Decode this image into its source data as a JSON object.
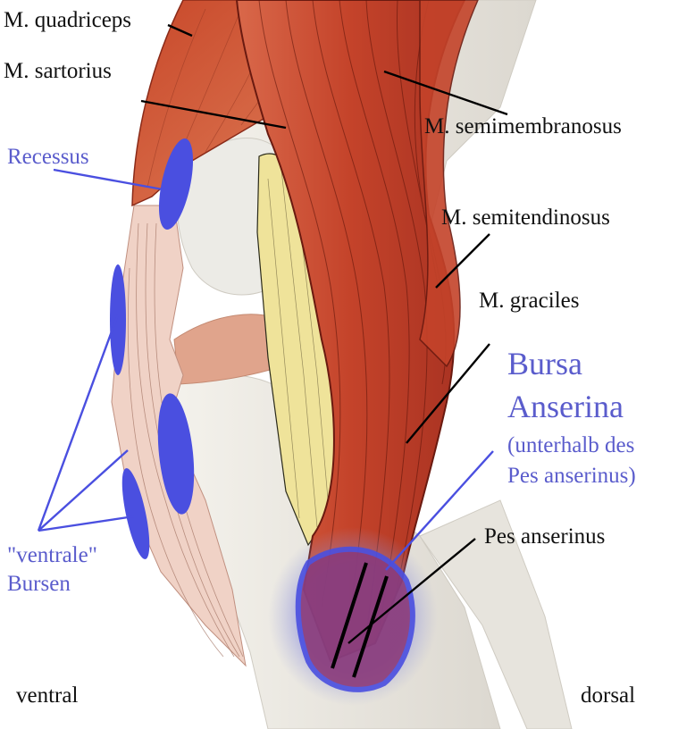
{
  "labels": {
    "quadriceps": "M. quadriceps",
    "sartorius": "M. sartorius",
    "semimembranosus": "M. semimembranosus",
    "semitendinosus": "M. semitendinosus",
    "graciles": "M. graciles",
    "recessus": "Recessus",
    "bursa_line1": "Bursa",
    "bursa_line2": "Anserina",
    "bursa_note_line1": "(unterhalb des",
    "bursa_note_line2": "Pes anserinus)",
    "pes_anserinus": "Pes anserinus",
    "ventrale_line1": "\"ventrale\"",
    "ventrale_line2": "Bursen",
    "ventral": "ventral",
    "dorsal": "dorsal"
  },
  "colors": {
    "label_dark": "#111111",
    "label_blue": "#5a5ccc",
    "bursa_blue": "#4a4fe0",
    "muscle_red": "#c8482e",
    "bone": "#eeeae2",
    "tendon_yellow": "#efe39a"
  }
}
